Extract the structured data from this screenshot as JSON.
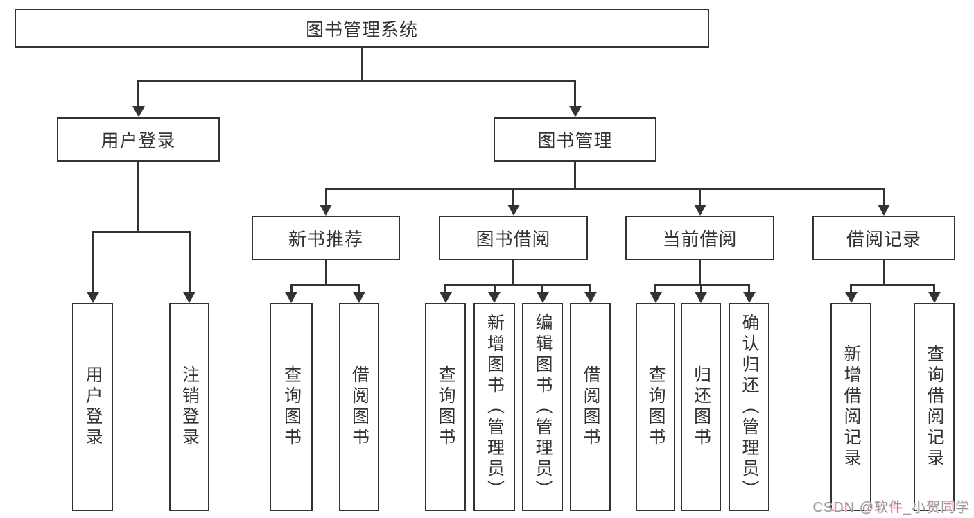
{
  "diagram": {
    "root": {
      "label": "图书管理系统"
    },
    "branches": [
      {
        "label": "用户登录",
        "children": [
          {
            "label": "用户登录"
          },
          {
            "label": "注销登录"
          }
        ]
      },
      {
        "label": "图书管理",
        "children": [
          {
            "label": "新书推荐",
            "children": [
              {
                "label": "查询图书"
              },
              {
                "label": "借阅图书"
              }
            ]
          },
          {
            "label": "图书借阅",
            "children": [
              {
                "label": "查询图书"
              },
              {
                "label": "新增图书（管理员）"
              },
              {
                "label": "编辑图书（管理员）"
              },
              {
                "label": "借阅图书"
              }
            ]
          },
          {
            "label": "当前借阅",
            "children": [
              {
                "label": "查询图书"
              },
              {
                "label": "归还图书"
              },
              {
                "label": "确认归还（管理员）"
              }
            ]
          },
          {
            "label": "借阅记录",
            "children": [
              {
                "label": "新增借阅记录"
              },
              {
                "label": "查询借阅记录"
              }
            ]
          }
        ]
      }
    ]
  },
  "colors": {
    "line": "#333333",
    "text": "#333333",
    "background": "#ffffff",
    "watermark_text": "#9a9a9a",
    "watermark_accent": "#ffccd5"
  },
  "watermark": {
    "text": "CSDN @软件_小贺同学"
  }
}
